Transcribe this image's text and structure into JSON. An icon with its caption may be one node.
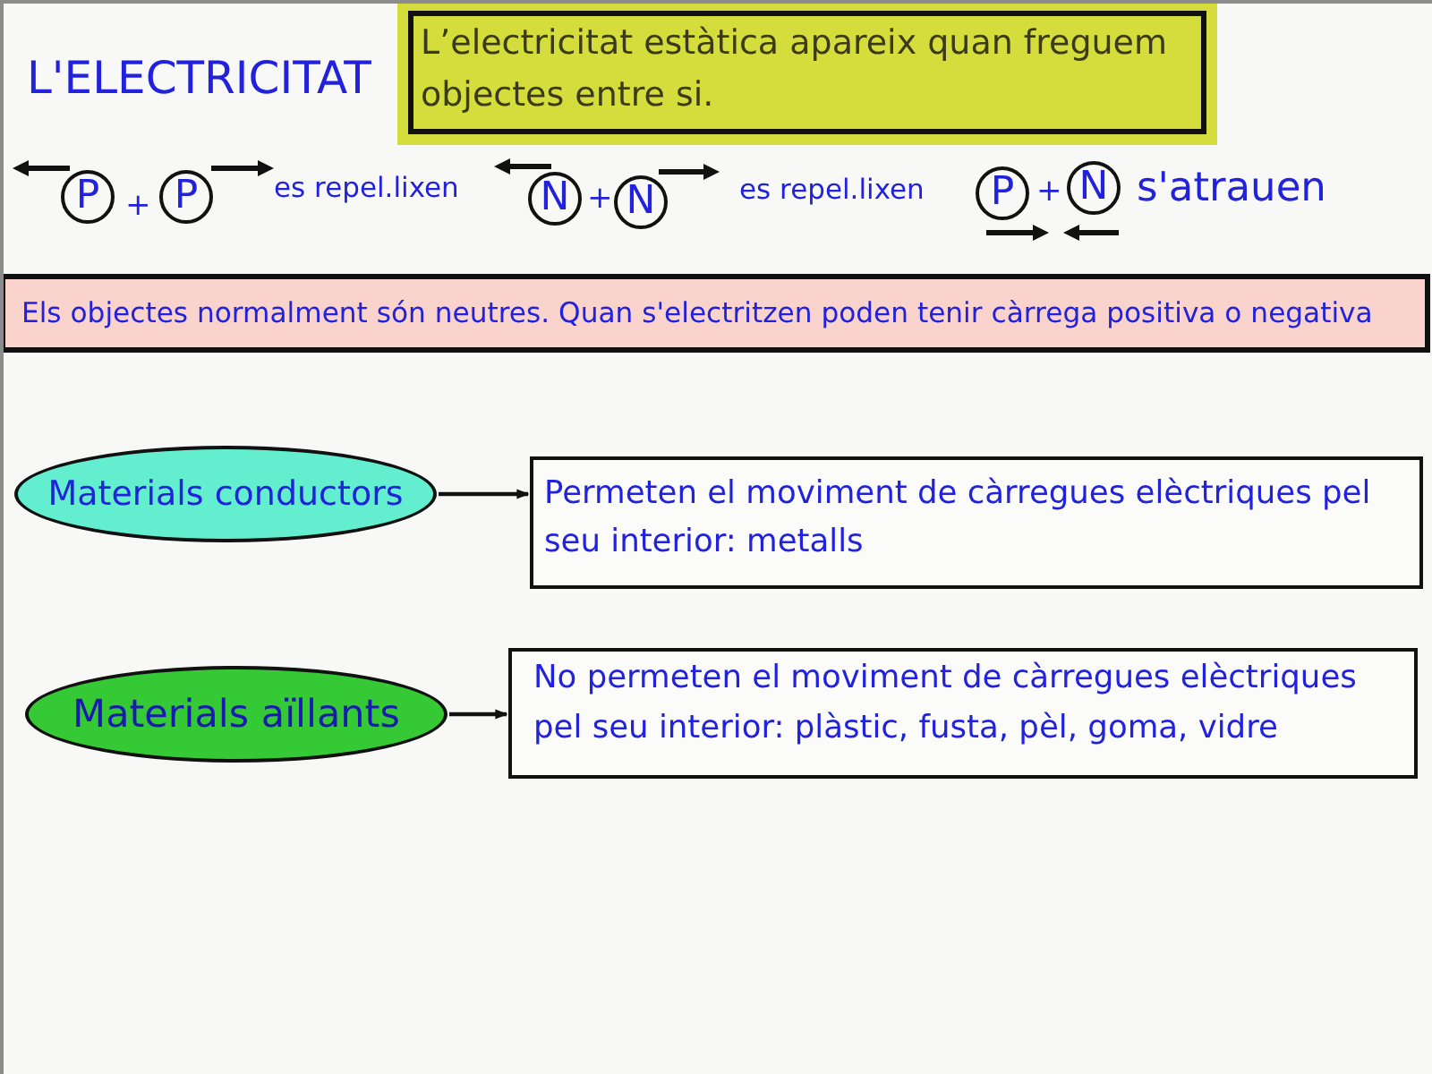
{
  "diagram": {
    "title": "L'ELECTRICITAT",
    "nodes": [
      {
        "text": [
          "L’electricitat estàtica apareix quan freguem objectes entre si."
        ]
      },
      {
        "text": [
          "P"
        ]
      },
      {
        "text": [
          "P"
        ]
      },
      {
        "text": [
          "N"
        ]
      },
      {
        "text": [
          "N"
        ]
      },
      {
        "text": [
          "P"
        ]
      },
      {
        "text": [
          "N"
        ]
      },
      {
        "text": [
          "Els objectes normalment són neutres. Quan s'electritzen poden tenir càrrega positiva o negativa"
        ]
      },
      {
        "text": [
          "Materials conductors"
        ]
      },
      {
        "text": [
          "Permeten el moviment de càrregues elèctriques pel seu interior: metalls"
        ]
      },
      {
        "text": [
          "Materials aïllants"
        ]
      },
      {
        "text": [
          "No permeten el moviment de càrregues elèctriques pel seu interior: plàstic, fusta, pèl, goma, vidre"
        ]
      }
    ],
    "edges": [
      {
        "from": 8,
        "to": 9,
        "arrow": "to"
      },
      {
        "from": 10,
        "to": 11,
        "arrow": "to"
      }
    ],
    "labels": [
      "+",
      "es repel.lixen",
      "+",
      "es repel.lixen",
      "+",
      "s'atrauen"
    ]
  }
}
